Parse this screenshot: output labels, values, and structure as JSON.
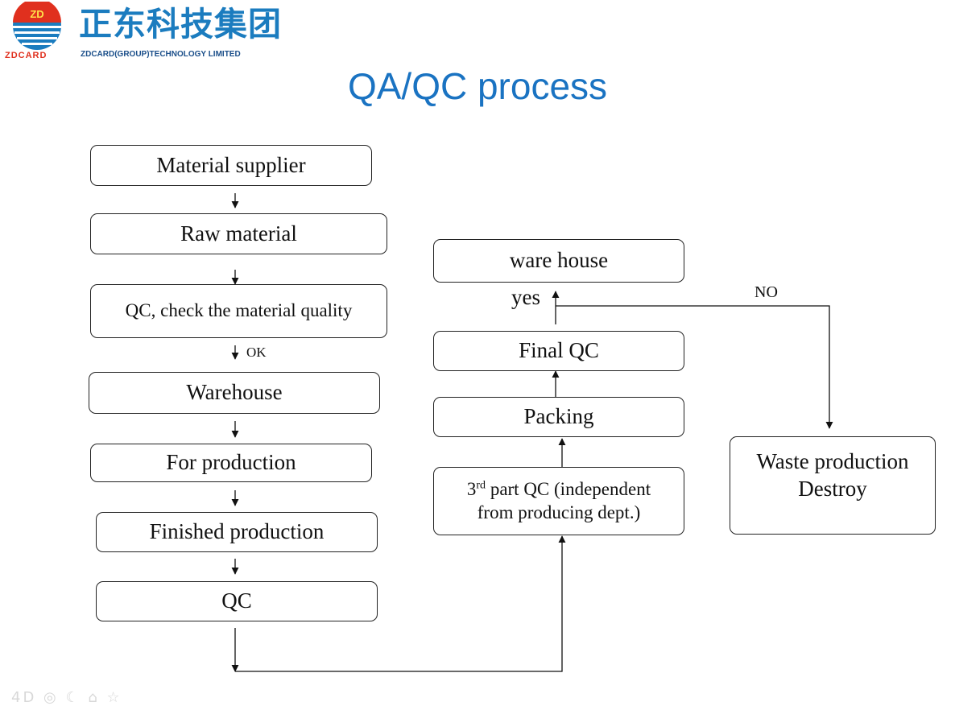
{
  "header": {
    "logo_mark": "ZD",
    "logo_tag": "ZDCARD",
    "company_cn": "正东科技集团",
    "company_en": "ZDCARD(GROUP)TECHNOLOGY LIMITED",
    "brand_blue": "#1b7cbf",
    "brand_red": "#e0301e"
  },
  "title": "QA/QC process",
  "flow": {
    "material_supplier": "Material supplier",
    "raw_material": "Raw material",
    "qc_check": "QC, check the material quality",
    "ok_label": "OK",
    "warehouse": "Warehouse",
    "for_production": "For production",
    "finished_production": "Finished production",
    "qc": "QC",
    "third_party_qc_ord": "3",
    "third_party_qc_sup": "rd",
    "third_party_qc_line1": " part QC (independent",
    "third_party_qc_line2": "from producing dept.)",
    "packing": "Packing",
    "final_qc": "Final QC",
    "yes_label": "yes",
    "ware_house": "ware house",
    "no_label": "NO",
    "waste_line1": "Waste production",
    "waste_line2": "Destroy"
  },
  "watermark": "4D ◎ ☾ ⌂ ☆"
}
